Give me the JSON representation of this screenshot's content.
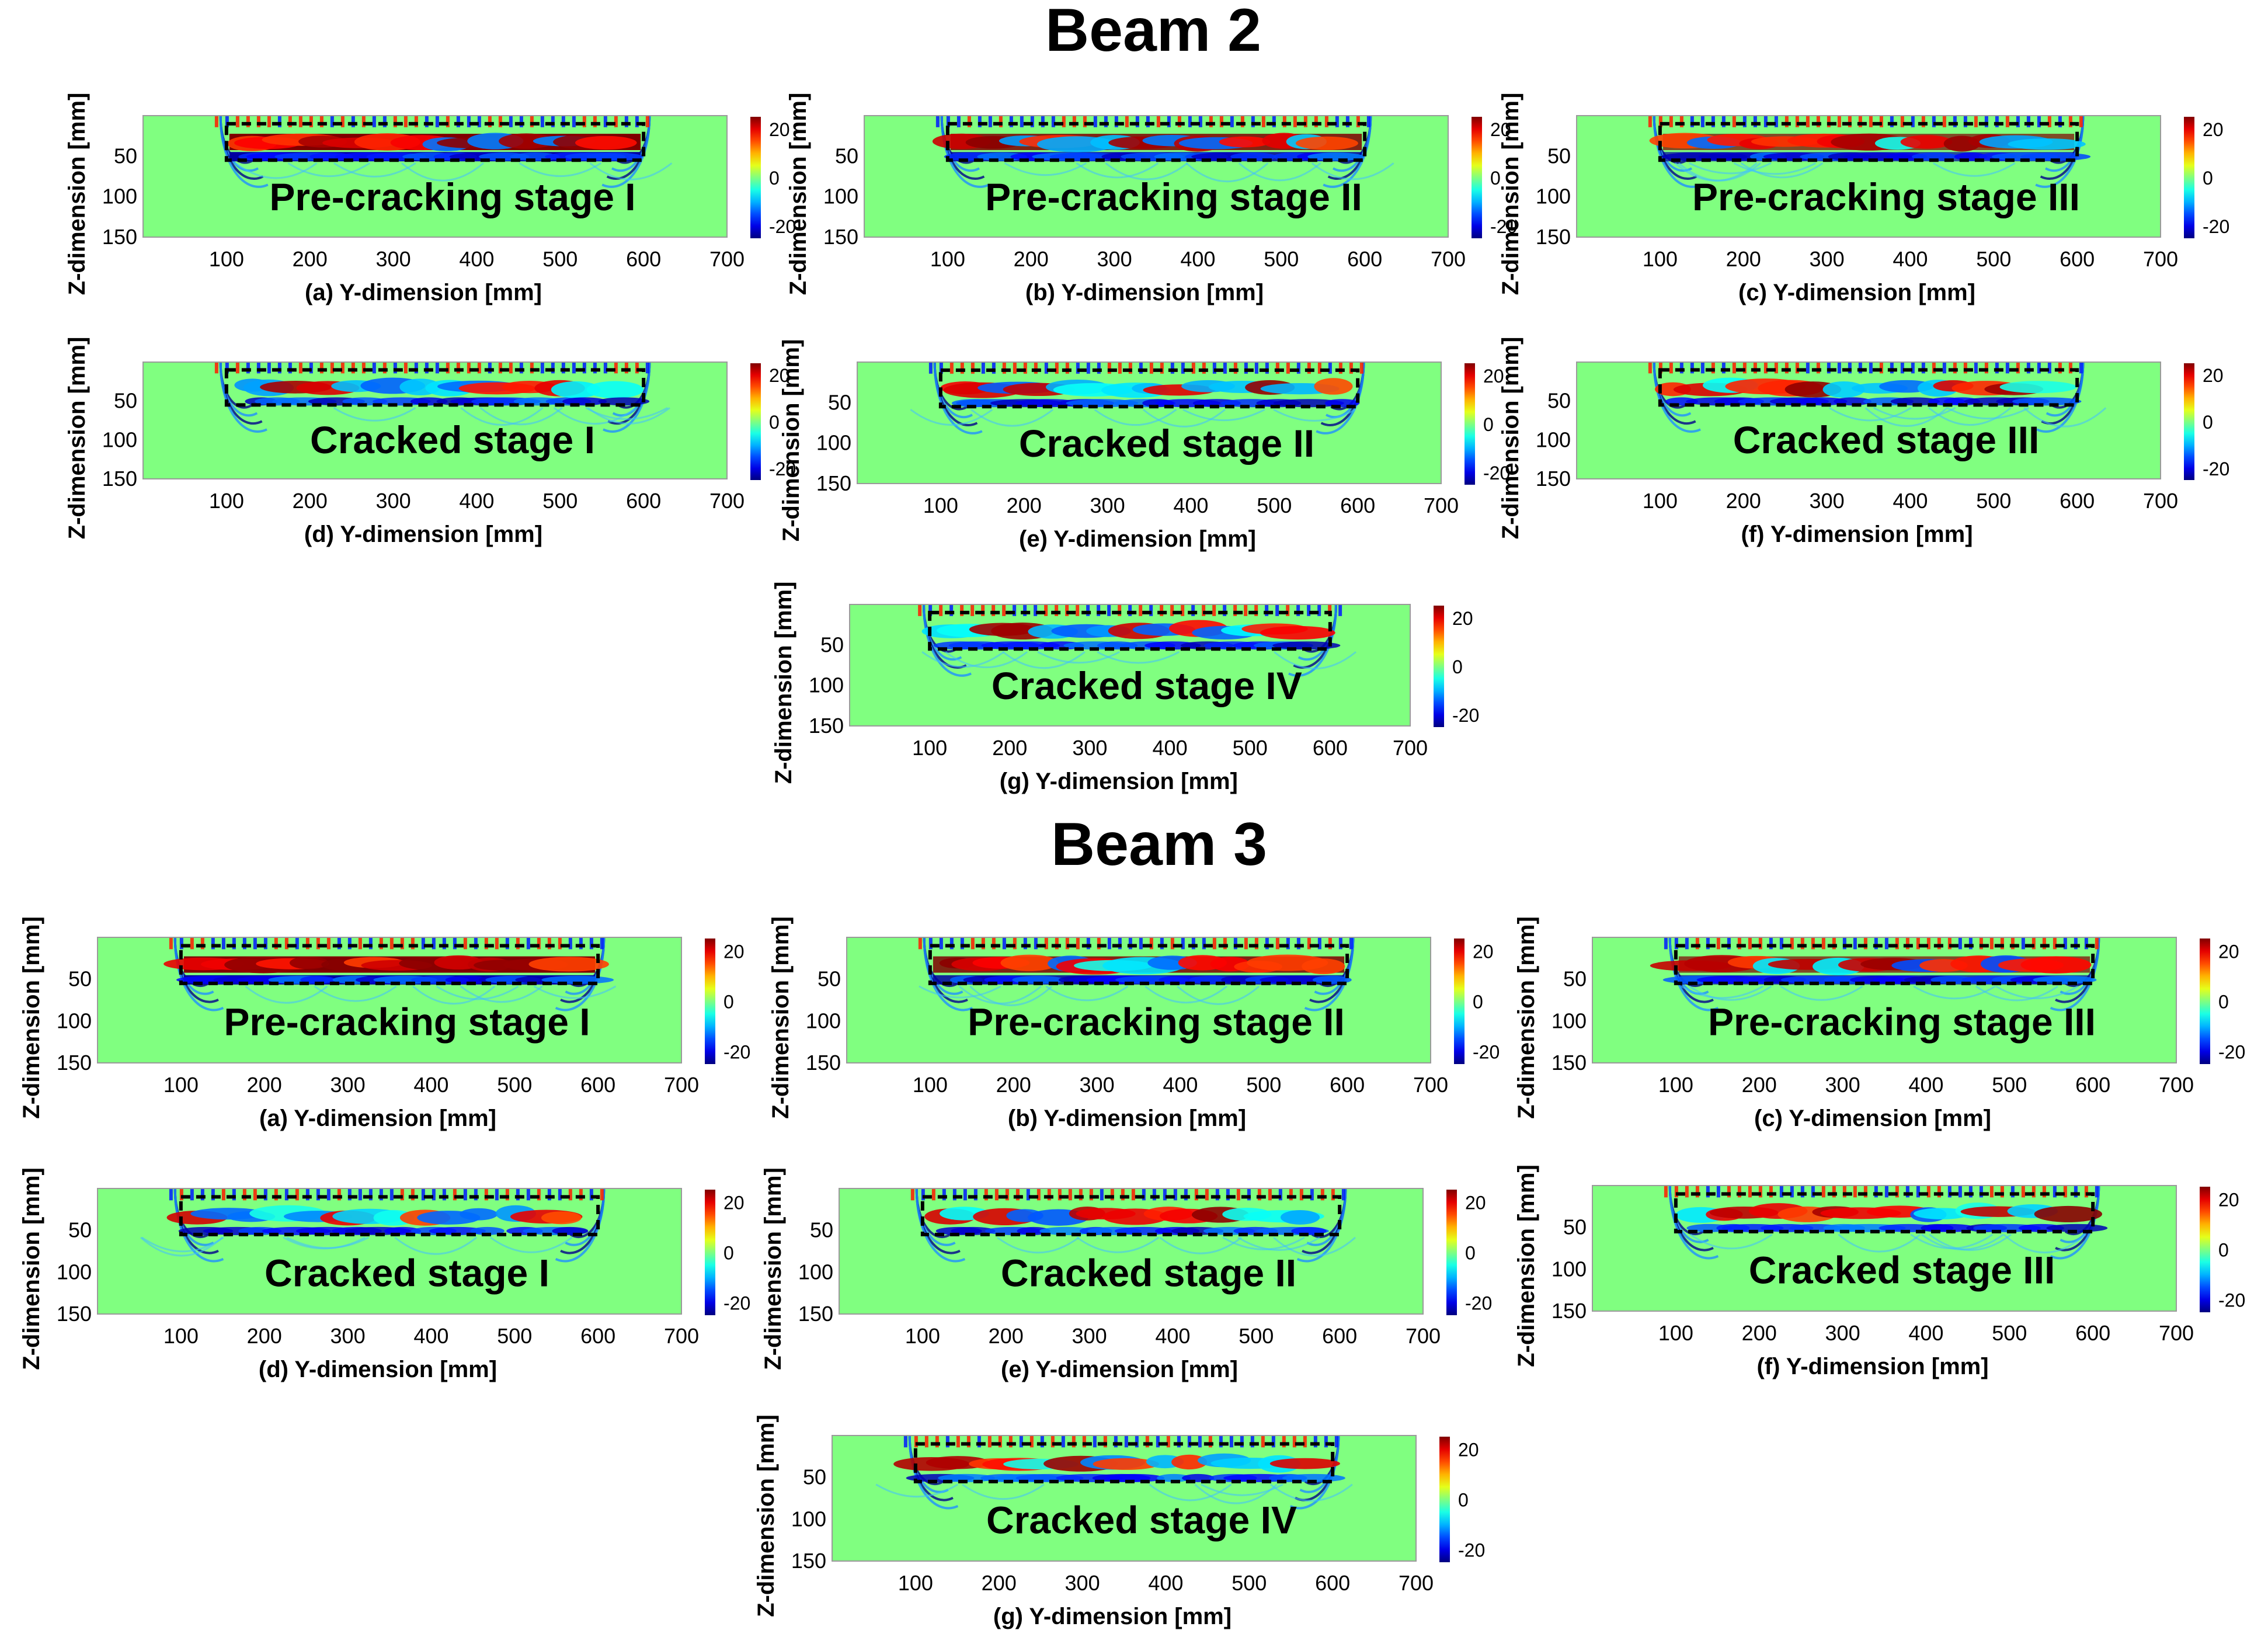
{
  "sections": [
    {
      "title": "Beam 2",
      "panels": [
        {
          "caption": "(a) Y-dimension [mm]",
          "stage": "Pre-cracking stage I"
        },
        {
          "caption": "(b) Y-dimension [mm]",
          "stage": "Pre-cracking stage II"
        },
        {
          "caption": "(c) Y-dimension [mm]",
          "stage": "Pre-cracking stage III"
        },
        {
          "caption": "(d) Y-dimension [mm]",
          "stage": "Cracked stage I"
        },
        {
          "caption": "(e) Y-dimension [mm]",
          "stage": "Cracked stage II"
        },
        {
          "caption": "(f) Y-dimension [mm]",
          "stage": "Cracked stage III"
        },
        {
          "caption": "(g) Y-dimension [mm]",
          "stage": "Cracked stage IV"
        }
      ]
    },
    {
      "title": "Beam 3",
      "panels": [
        {
          "caption": "(a) Y-dimension [mm]",
          "stage": "Pre-cracking stage I"
        },
        {
          "caption": "(b) Y-dimension [mm]",
          "stage": "Pre-cracking stage II"
        },
        {
          "caption": "(c) Y-dimension [mm]",
          "stage": "Pre-cracking stage III"
        },
        {
          "caption": "(d) Y-dimension [mm]",
          "stage": "Cracked stage I"
        },
        {
          "caption": "(e) Y-dimension [mm]",
          "stage": "Cracked stage II"
        },
        {
          "caption": "(f) Y-dimension [mm]",
          "stage": "Cracked stage III"
        },
        {
          "caption": "(g) Y-dimension [mm]",
          "stage": "Cracked stage IV"
        }
      ]
    }
  ],
  "chart_data": {
    "type": "heatmap",
    "ylabel": "Z-dimension [mm]",
    "x_ticks": [
      100,
      200,
      300,
      400,
      500,
      600,
      700
    ],
    "y_ticks": [
      50,
      100,
      150
    ],
    "xlim": [
      0,
      700
    ],
    "ylim": [
      0,
      150
    ],
    "y_reversed": true,
    "colorbar": {
      "ticks": [
        20,
        0,
        -20
      ],
      "range": [
        -25,
        25
      ],
      "colormap": "jet"
    },
    "background_color": "#80ff80",
    "dashed_region": {
      "y": [
        100,
        600
      ],
      "z": [
        10,
        55
      ]
    }
  }
}
